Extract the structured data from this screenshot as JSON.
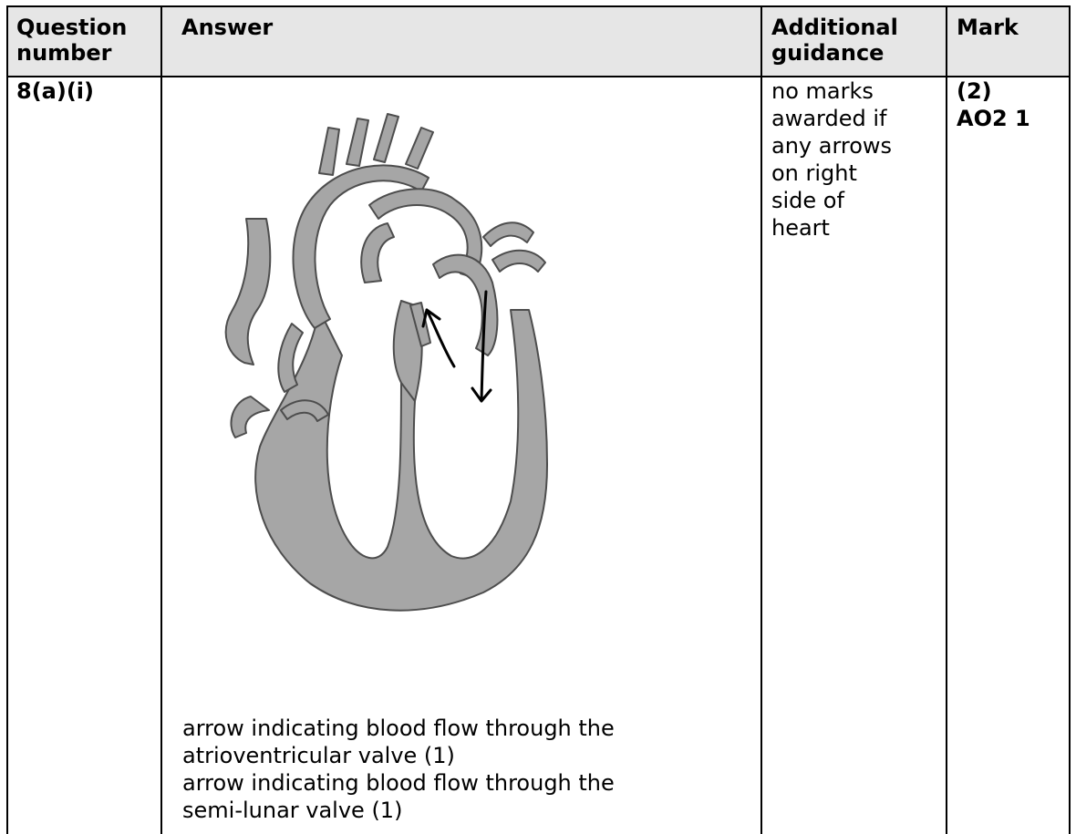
{
  "table": {
    "headers": {
      "question_number": "Question number",
      "answer": "Answer",
      "additional_guidance": "Additional guidance",
      "mark": "Mark"
    },
    "row": {
      "question_number": "8(a)(i)",
      "answer_lines": [
        "arrow indicating blood flow through the",
        "atrioventricular valve (1)",
        "arrow indicating blood flow through the",
        "semi-lunar valve (1)"
      ],
      "additional_guidance_lines": [
        "no marks",
        "awarded if",
        "any arrows",
        "on right",
        "side of",
        "heart"
      ],
      "mark_lines": [
        "(2)",
        "AO2 1"
      ]
    }
  },
  "colors": {
    "header_fill": "#e6e6e6",
    "heart_fill": "#a6a6a6",
    "heart_stroke": "#4d4d4d",
    "arrow": "#000000"
  }
}
